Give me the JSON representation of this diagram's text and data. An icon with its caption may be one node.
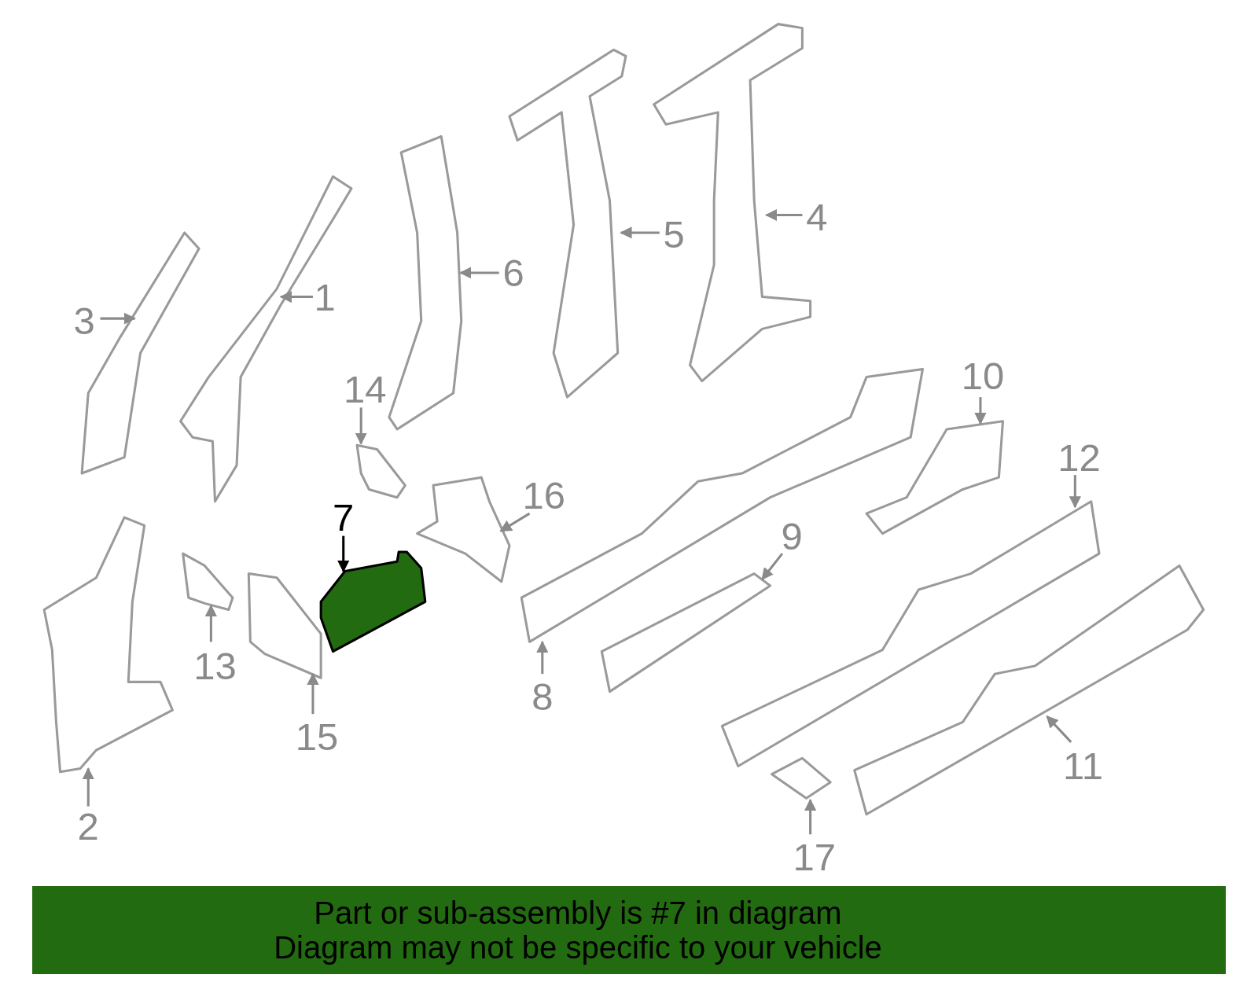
{
  "diagram": {
    "nodes": [
      {
        "text": [
          "1"
        ]
      },
      {
        "text": [
          "2"
        ]
      },
      {
        "text": [
          "3"
        ]
      },
      {
        "text": [
          "4"
        ]
      },
      {
        "text": [
          "5"
        ]
      },
      {
        "text": [
          "6"
        ]
      },
      {
        "text": [
          "7"
        ]
      },
      {
        "text": [
          "8"
        ]
      },
      {
        "text": [
          "9"
        ]
      },
      {
        "text": [
          "10"
        ]
      },
      {
        "text": [
          "11"
        ]
      },
      {
        "text": [
          "12"
        ]
      },
      {
        "text": [
          "13"
        ]
      },
      {
        "text": [
          "14"
        ]
      },
      {
        "text": [
          "15"
        ]
      },
      {
        "text": [
          "16"
        ]
      },
      {
        "text": [
          "17"
        ]
      },
      {
        "text": [],
        "shape": "picture"
      },
      {
        "text": [],
        "shape": "picture"
      },
      {
        "text": [],
        "shape": "picture"
      },
      {
        "text": [],
        "shape": "picture"
      },
      {
        "text": [],
        "shape": "picture"
      },
      {
        "text": [],
        "shape": "picture"
      },
      {
        "text": [],
        "shape": "picture"
      },
      {
        "text": [],
        "shape": "picture"
      },
      {
        "text": [],
        "shape": "picture"
      },
      {
        "text": [],
        "shape": "picture"
      },
      {
        "text": [],
        "shape": "picture"
      },
      {
        "text": [],
        "shape": "picture"
      },
      {
        "text": [],
        "shape": "picture"
      },
      {
        "text": [],
        "shape": "picture"
      },
      {
        "text": [],
        "shape": "picture"
      },
      {
        "text": [],
        "shape": "picture"
      },
      {
        "text": [],
        "shape": "picture"
      },
      {
        "text": [
          "Part or sub-assembly is #7 in diagram",
          "Diagram may not be specific to your vehicle"
        ]
      }
    ],
    "edges": [
      {
        "from": 0,
        "to": 17,
        "arrow": "to"
      },
      {
        "from": 1,
        "to": 18,
        "arrow": "to"
      },
      {
        "from": 2,
        "to": 19,
        "arrow": "to"
      },
      {
        "from": 3,
        "to": 20,
        "arrow": "to"
      },
      {
        "from": 4,
        "to": 21,
        "arrow": "to"
      },
      {
        "from": 5,
        "to": 22,
        "arrow": "to"
      },
      {
        "from": 6,
        "to": 23,
        "arrow": "to",
        "color": "#000000"
      },
      {
        "from": 7,
        "to": 24,
        "arrow": "to"
      },
      {
        "from": 8,
        "to": 25,
        "arrow": "to"
      },
      {
        "from": 9,
        "to": 26,
        "arrow": "to"
      },
      {
        "from": 10,
        "to": 27,
        "arrow": "to"
      },
      {
        "from": 11,
        "to": 28,
        "arrow": "to"
      },
      {
        "from": 12,
        "to": 29,
        "arrow": "to"
      },
      {
        "from": 13,
        "to": 30,
        "arrow": "to"
      },
      {
        "from": 14,
        "to": 31,
        "arrow": "to"
      },
      {
        "from": 15,
        "to": 32,
        "arrow": "to"
      },
      {
        "from": 16,
        "to": 33,
        "arrow": "to"
      }
    ]
  }
}
